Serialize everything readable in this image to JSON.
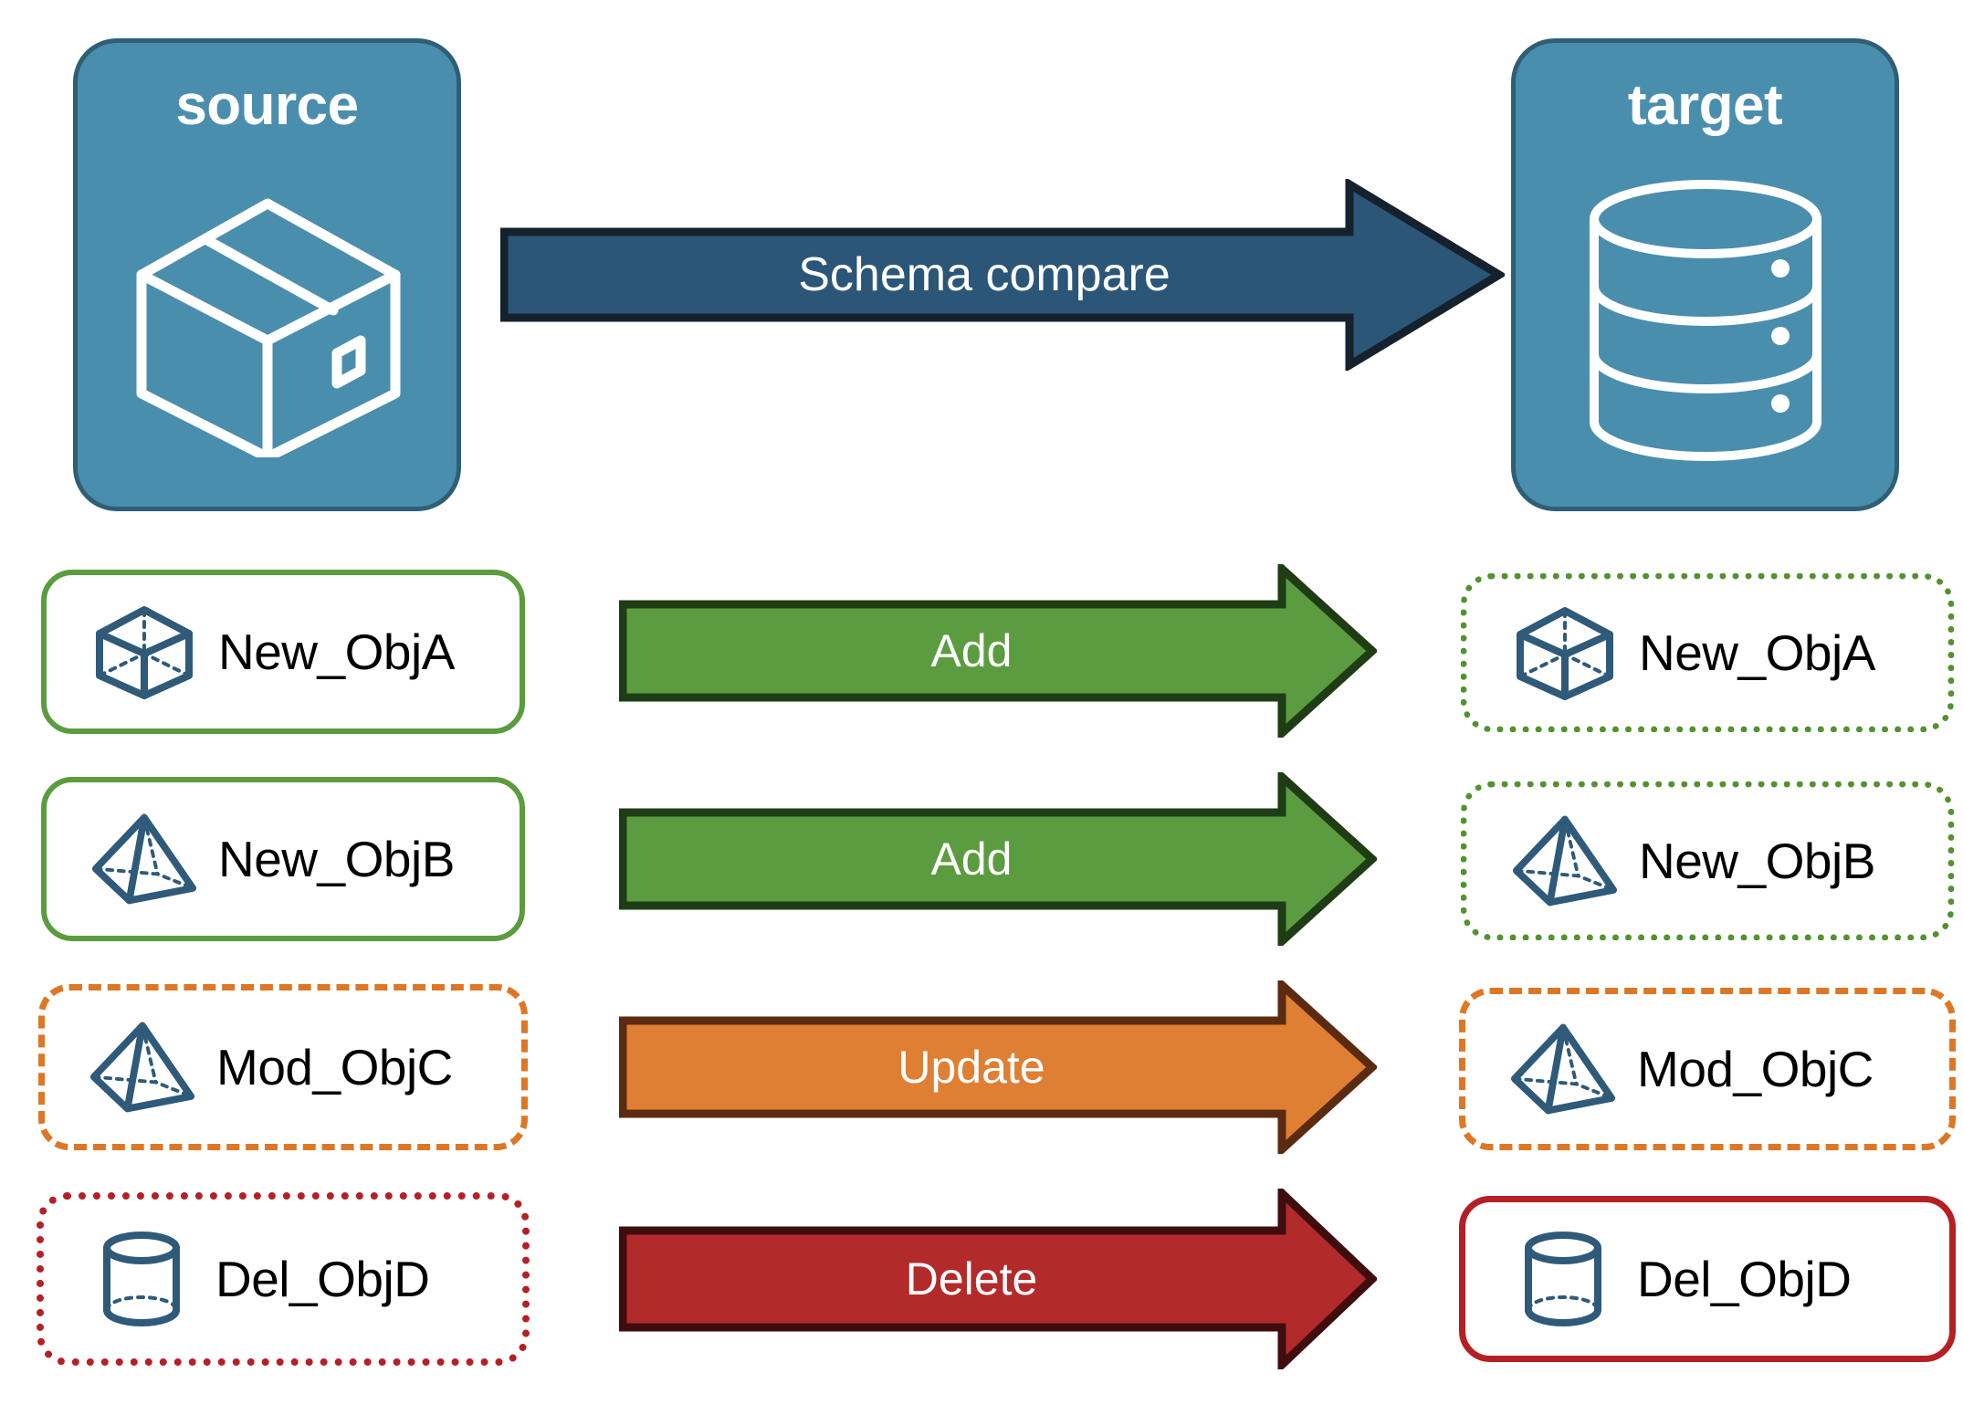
{
  "diagram": {
    "title": "Schema compare source to target",
    "background": "#ffffff"
  },
  "endpoints": {
    "source": {
      "label": "source",
      "icon": "package-box-icon",
      "fill": "#4a8ead",
      "border": "#2f5f75"
    },
    "target": {
      "label": "target",
      "icon": "database-cylinder-icon",
      "fill": "#4a8ead",
      "border": "#2f5f75"
    }
  },
  "main_arrow": {
    "label": "Schema compare",
    "fill": "#2b5678",
    "border": "#16212e",
    "direction": "right"
  },
  "colors": {
    "green_fill": "#5c9c40",
    "green_border": "#1e3d15",
    "green_outline": "#5b9c3e",
    "green_dotted": "#53922f",
    "orange_fill": "#df7f34",
    "orange_border": "#5a2b11",
    "orange_outline": "#dd7725",
    "red_fill": "#b32a2a",
    "red_border": "#3f0d0d",
    "red_outline": "#b52025",
    "icon_blue": "#2f5a79",
    "text_black": "#000000",
    "text_white": "#ffffff"
  },
  "rows": [
    {
      "source": {
        "label": "New_ObjA",
        "icon": "wireframe-cube-icon",
        "border_style": "solid-green"
      },
      "action": {
        "label": "Add",
        "color_key": "green"
      },
      "target": {
        "label": "New_ObjA",
        "icon": "wireframe-cube-icon",
        "border_style": "dotted-green"
      }
    },
    {
      "source": {
        "label": "New_ObjB",
        "icon": "wireframe-pyramid-icon",
        "border_style": "solid-green"
      },
      "action": {
        "label": "Add",
        "color_key": "green"
      },
      "target": {
        "label": "New_ObjB",
        "icon": "wireframe-pyramid-icon",
        "border_style": "dotted-green"
      }
    },
    {
      "source": {
        "label": "Mod_ObjC",
        "icon": "wireframe-pyramid-icon",
        "border_style": "dashed-orange"
      },
      "action": {
        "label": "Update",
        "color_key": "orange"
      },
      "target": {
        "label": "Mod_ObjC",
        "icon": "wireframe-pyramid-icon",
        "border_style": "dashed-orange"
      }
    },
    {
      "source": {
        "label": "Del_ObjD",
        "icon": "wireframe-cylinder-icon",
        "border_style": "dotted-red"
      },
      "action": {
        "label": "Delete",
        "color_key": "red"
      },
      "target": {
        "label": "Del_ObjD",
        "icon": "wireframe-cylinder-icon",
        "border_style": "solid-red"
      }
    }
  ]
}
